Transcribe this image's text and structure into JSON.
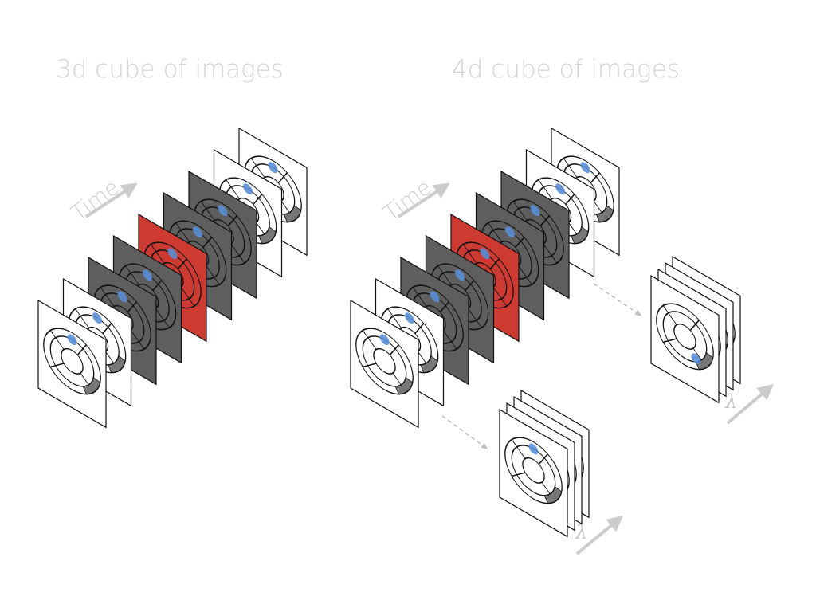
{
  "titles": {
    "left": "3d cube of images",
    "right": "4d cube of images"
  },
  "axes": {
    "time": "Time",
    "wavelength": "λ"
  },
  "colors": {
    "background": "#ffffff",
    "frame_white": "#ffffff",
    "frame_gray": "#5e5e5e",
    "frame_red": "#cd3a32",
    "frame_stroke": "#111111",
    "marker": "#5b8fd6",
    "text": "#d3d3d3",
    "arrow": "#cccccc",
    "dashed": "#bdbdbd"
  },
  "stacks": {
    "time_frames": [
      "white",
      "white",
      "gray",
      "gray",
      "red",
      "gray",
      "gray",
      "white",
      "white"
    ],
    "wavelength_frames": 4
  }
}
